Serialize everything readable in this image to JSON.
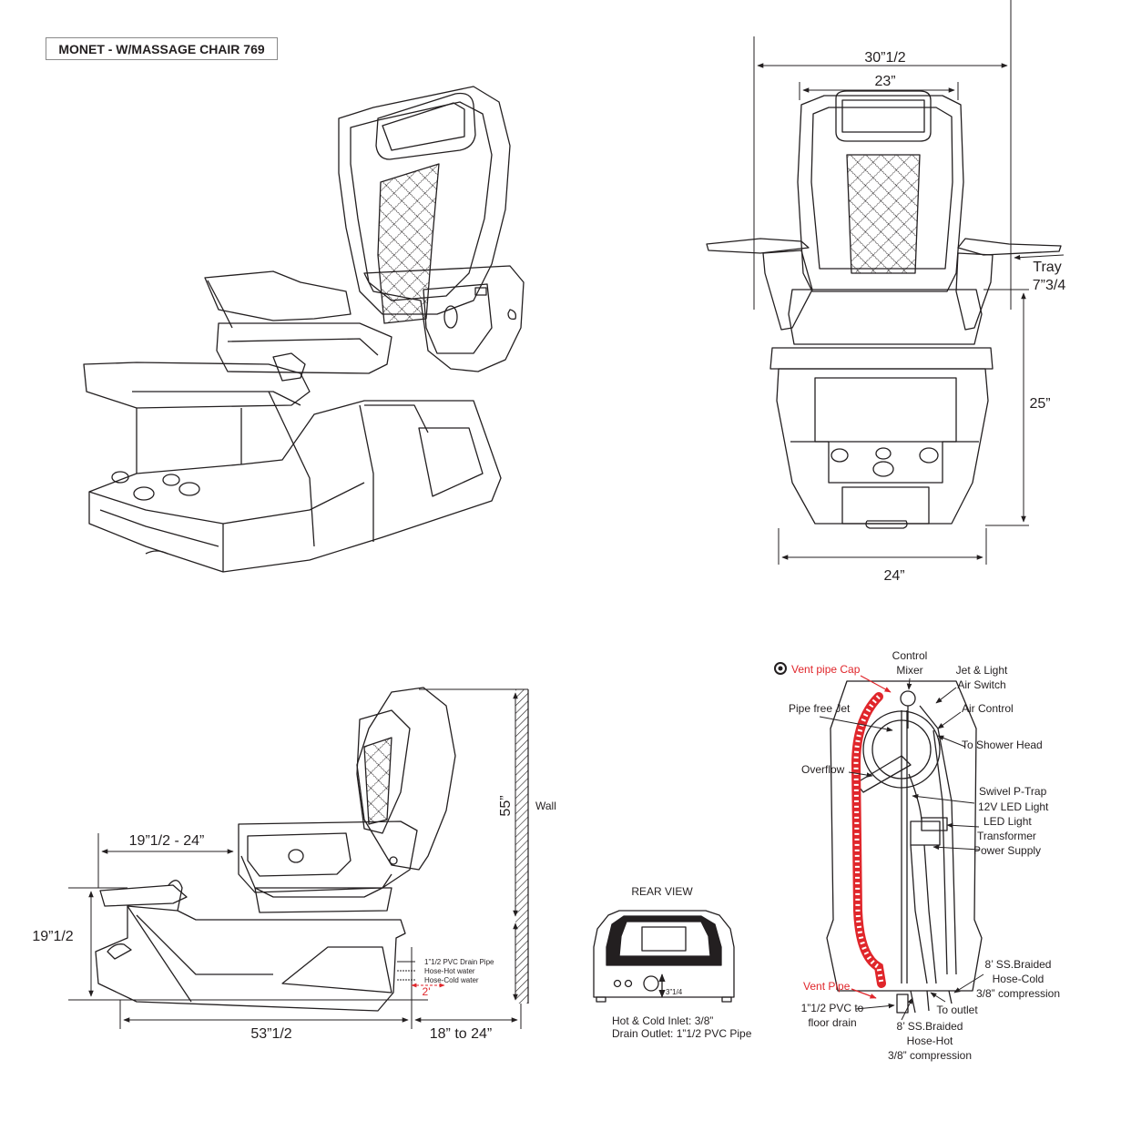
{
  "title": "MONET - W/MASSAGE CHAIR 769",
  "front_view": {
    "width_outer": "30”1/2",
    "width_inner": "23”",
    "tray_label": "Tray",
    "tray_dim": "7”3/4",
    "height": "25”",
    "base_width": "24”"
  },
  "side_view": {
    "footrest_reach": "19”1/2 - 24”",
    "total_height": "55”",
    "wall_label": "Wall",
    "basin_height": "19”1/2",
    "length": "53”1/2",
    "wall_gap": "18” to 24”",
    "pipe_drain": "1”1/2 PVC Drain Pipe",
    "hose_hot": "Hose-Hot water",
    "hose_cold": "Hose-Cold water",
    "pipe_offset": "2'"
  },
  "rear_view": {
    "title": "REAR VIEW",
    "dim": "3”1/4",
    "note_inlet": "Hot & Cold Inlet: 3/8”",
    "note_drain": "Drain Outlet: 1”1/2 PVC Pipe"
  },
  "plumbing": {
    "vent_cap": "Vent pipe Cap",
    "control_1": "Control",
    "control_2": "Mixer",
    "jet_light_1": "Jet & Light",
    "jet_light_2": "Air Switch",
    "pipe_free_jet": "Pipe free Jet",
    "air_control": "Air Control",
    "shower_head": "To Shower Head",
    "overflow": "Overflow",
    "ptrap": "Swivel P-Trap",
    "led_12v": "12V LED Light",
    "led_1": "LED Light",
    "led_2": "Transformer",
    "power": "Power Supply",
    "cold_1": "8’ SS.Braided",
    "cold_2": "Hose-Cold",
    "cold_3": "3/8” compression",
    "vent_pipe": "Vent Pipe",
    "pvc_1": "1”1/2 PVC to",
    "pvc_2": "floor drain",
    "outlet": "To outlet",
    "hot_1": "8’ SS.Braided",
    "hot_2": "Hose-Hot",
    "hot_3": "3/8” compression"
  }
}
